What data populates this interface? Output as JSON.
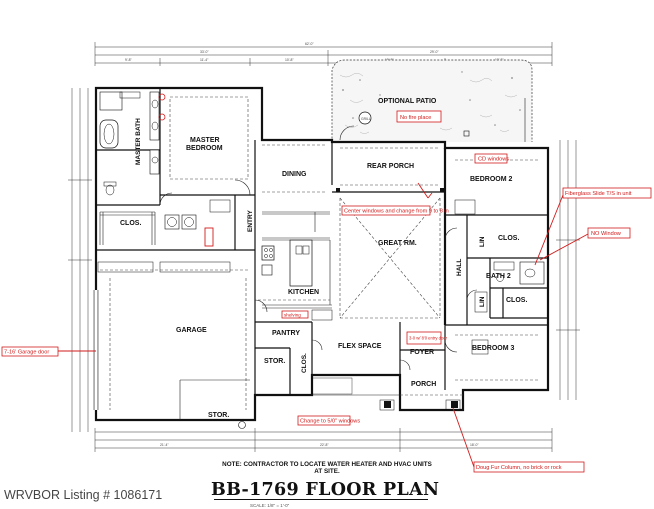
{
  "rooms": {
    "optional_patio": "OPTIONAL PATIO",
    "master_bedroom": [
      "MASTER",
      "BEDROOM"
    ],
    "master_bath": "MASTER BATH",
    "clos": "CLOS.",
    "dining": "DINING",
    "entry": "ENTRY",
    "rear_porch": "REAR PORCH",
    "bedroom2": "BEDROOM 2",
    "great_rm": "GREAT RM.",
    "lin": "LIN",
    "hall": "HALL",
    "bath2": "BATH 2",
    "kitchen": "KITCHEN",
    "garage": "GARAGE",
    "pantry": "PANTRY",
    "flex_space": "FLEX SPACE",
    "foyer": "FOYER",
    "bedroom3": "BEDROOM 3",
    "stor": "STOR.",
    "porch": "PORCH"
  },
  "annotations": {
    "no_fire_place": "No fire place",
    "cd_windows": "CD windows",
    "fiberglass_slide": "Fiberglass Slide T/S in unit",
    "no_window": "NO Window",
    "center_windows": "Center windows and change from 9 to 8 in",
    "garage_door": "7-16' Garage door",
    "change_windows": "Change to 5/0\" windows",
    "doug_fir": "Doug Fur Column, no brick or rock",
    "shelving": "shelving",
    "entry_door": "3-0 w/ 8'0 entry door"
  },
  "dimensions": {
    "overall": "62'-0\"",
    "top_left": "33'-0\"",
    "top_right": "29'-0\"",
    "top_a": "9'-8\"",
    "top_b": "11'-4\"",
    "top_c": "10'-8\"",
    "top_d": "15'-8\"",
    "top_e": "12'-2\"",
    "bottom_a": "21'-4\"",
    "bottom_b": "22'-8\"",
    "bottom_c": "18'-0\""
  },
  "note": "NOTE: CONTRACTOR TO LOCATE WATER HEATER AND HVAC UNITS AT SITE.",
  "title": "BB-1769 FLOOR PLAN",
  "scale": "SCALE: 1/8\" = 1'-0\"",
  "watermark": "WRVBOR Listing # 1086171"
}
